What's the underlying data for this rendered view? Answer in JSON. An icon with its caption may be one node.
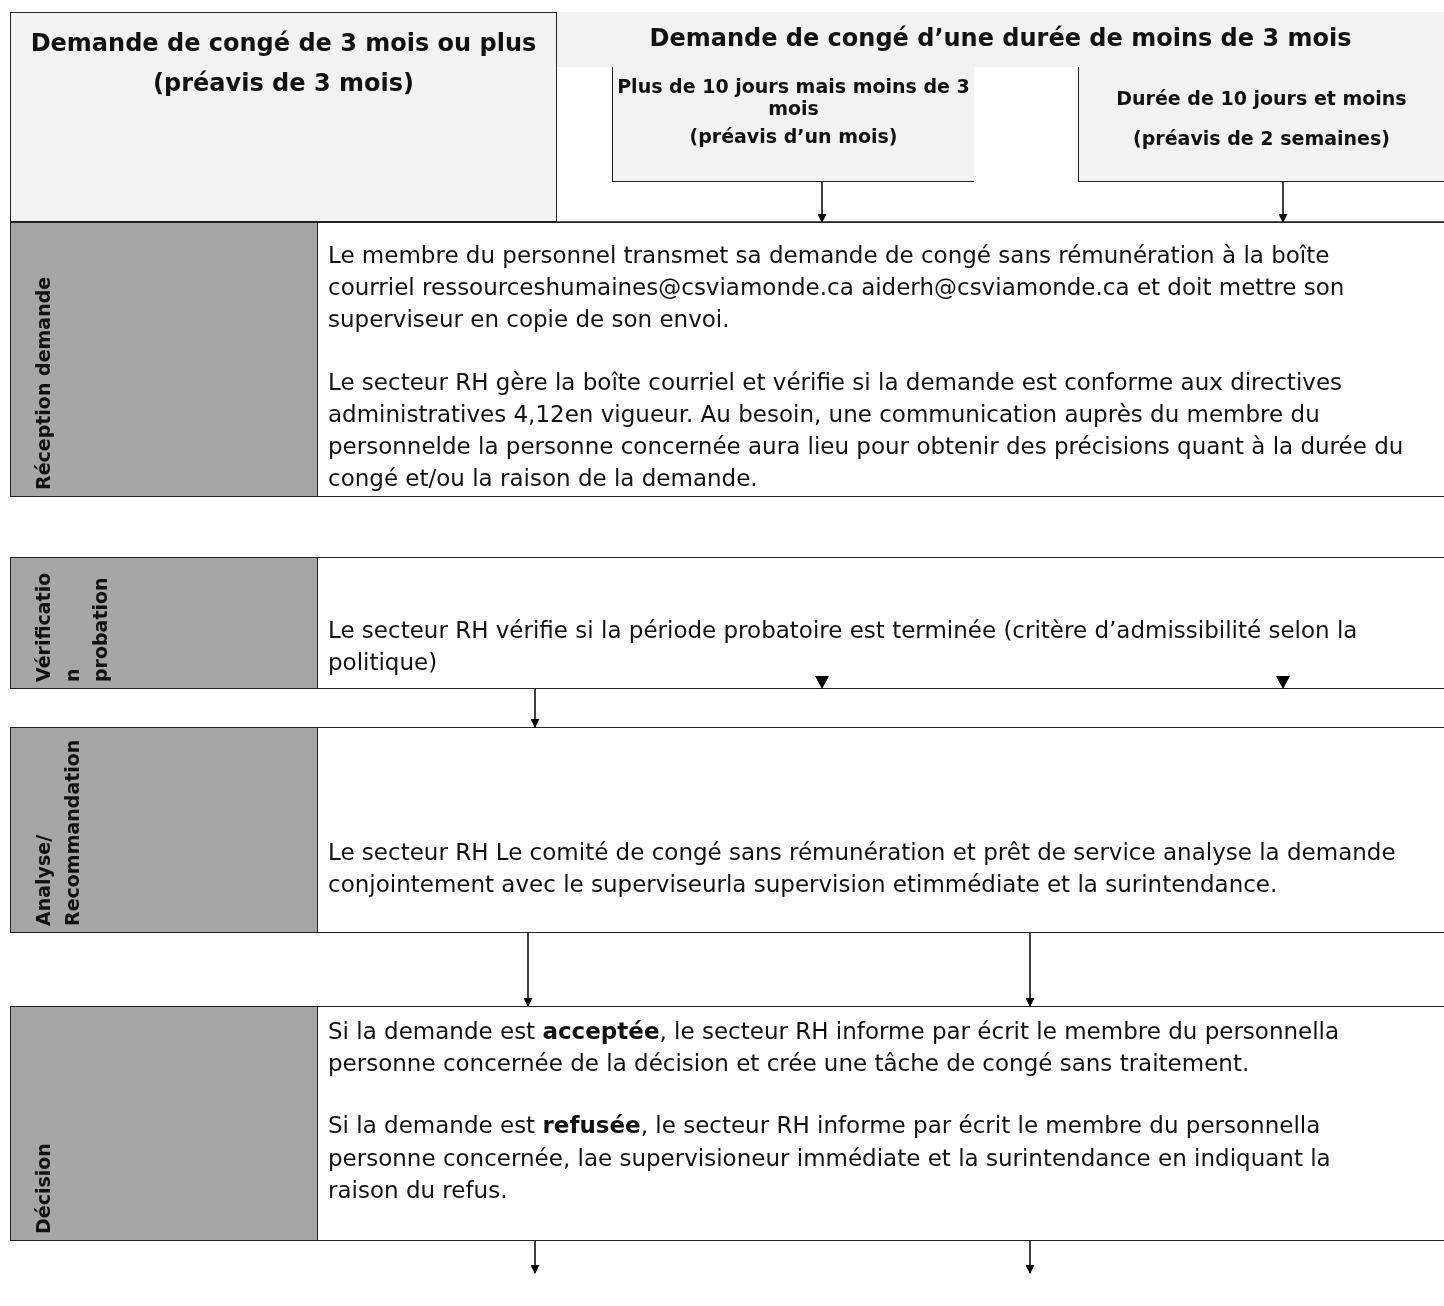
{
  "diagram": {
    "nodes": [
      {
        "text": [
          "Demande de congé de 3 mois ou plus",
          "(préavis de 3 mois)"
        ]
      },
      {
        "text": [
          "Demande de congé d’une durée de moins de 3 mois"
        ]
      },
      {
        "text": [
          "Plus de 10 jours mais moins de 3 mois",
          "(préavis d’un mois)"
        ]
      },
      {
        "text": [
          "Durée de 10 jours et moins",
          "(préavis de 2 semaines)"
        ]
      },
      {
        "text": [
          "Réception demande"
        ]
      },
      {
        "text": [
          "Le membre du personnel transmet sa demande de congé sans rémunération à la boîte courriel ressourceshumaines@csviamonde.ca aiderh@csviamonde.ca et doit mettre son superviseur en copie de son envoi.",
          "Le secteur RH gère la boîte courriel et vérifie si la demande est conforme aux directives administratives 4,12en vigueur. Au besoin, une communication auprès du membre du personnelde la personne concernée aura lieu pour obtenir des précisions quant à la durée du congé et/ou la raison de la demande."
        ]
      },
      {
        "text": [
          "Vérification probation"
        ]
      },
      {
        "text": [
          "Le secteur RH vérifie si la période probatoire est terminée (critère d’admissibilité selon la politique)"
        ]
      },
      {
        "text": [
          "Analyse/ Recommandation"
        ]
      },
      {
        "text": [
          "Le secteur RH Le comité de congé sans rémunération et prêt de service analyse la demande conjointement avec le superviseurla supervision etimmédiate et la surintendance."
        ]
      },
      {
        "text": [
          "Décision"
        ]
      },
      {
        "text": [
          "Si la demande est **acceptée**, le secteur RH informe par écrit le membre du personnella personne concernée de la décision et crée une tâche de congé sans traitement.",
          "Si la demande est **refusée**, le secteur RH informe par écrit le membre du personnella personne concernée, lae supervisioneur immédiate et la surintendance en indiquant la raison du refus."
        ]
      }
    ],
    "edges": [
      {
        "from": 2,
        "to": 5,
        "arrow": "to"
      },
      {
        "from": 3,
        "to": 5,
        "arrow": "to"
      },
      {
        "from": 7,
        "to": 9,
        "arrow": "to"
      },
      {
        "from": 9,
        "to": 11,
        "arrow": "to"
      },
      {
        "from": 9,
        "to": 11,
        "arrow": "to"
      },
      {
        "from": 11,
        "to": null,
        "arrow": "to"
      },
      {
        "from": 11,
        "to": null,
        "arrow": "to"
      }
    ]
  }
}
